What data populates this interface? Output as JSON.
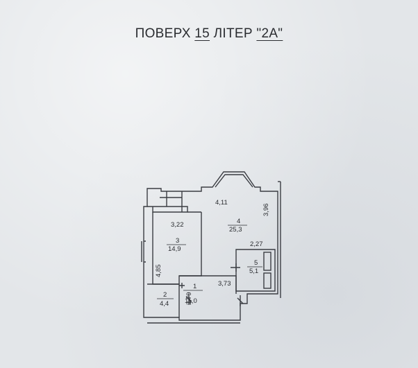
{
  "header": {
    "floor_word": "ПОВЕРХ",
    "floor_number": "15",
    "liter_word": "ЛІТЕР",
    "liter_value": "\"2А\""
  },
  "plan": {
    "rooms": [
      {
        "number": "1",
        "area": "11,0"
      },
      {
        "number": "2",
        "area": "4,4"
      },
      {
        "number": "3",
        "area": "14,9"
      },
      {
        "number": "4",
        "area": "25,3"
      },
      {
        "number": "5",
        "area": "5,1"
      }
    ],
    "dimensions": {
      "d_4_11": "4,11",
      "d_3_96": "3,96",
      "d_3_22": "3,22",
      "d_2_27": "2,27",
      "d_4_85": "4,85",
      "d_3_73": "3,73",
      "d_2_79": "2,79"
    }
  },
  "colors": {
    "paper": "#e3e6e9",
    "ink": "#2a2c30",
    "wall": "#3a3c42"
  }
}
